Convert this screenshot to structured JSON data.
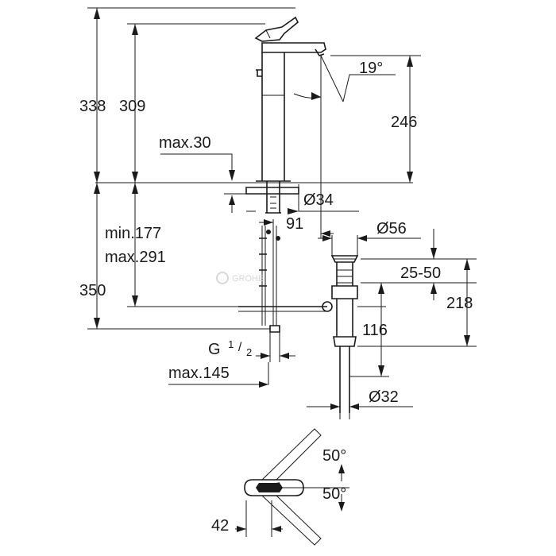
{
  "dimensions": {
    "overall_height": "338",
    "spout_height": "309",
    "angle_spout": "19°",
    "spout_projection": "246",
    "max_deck": "max.30",
    "hole_diameter": "Ø34",
    "reach": "91",
    "waste_diameter": "Ø56",
    "supply_min": "min.177",
    "supply_max": "max.291",
    "under_height": "350",
    "waste_range": "25-50",
    "waste_height": "218",
    "waste_depth": "116",
    "connection_thread_main": "G",
    "connection_thread_num": "1",
    "connection_thread_den": "2",
    "max_offset": "max.145",
    "tail_diameter": "Ø32",
    "lever_angle_top": "50°",
    "lever_angle_bottom": "50°",
    "lever_length": "42"
  },
  "watermark": "GROHE"
}
